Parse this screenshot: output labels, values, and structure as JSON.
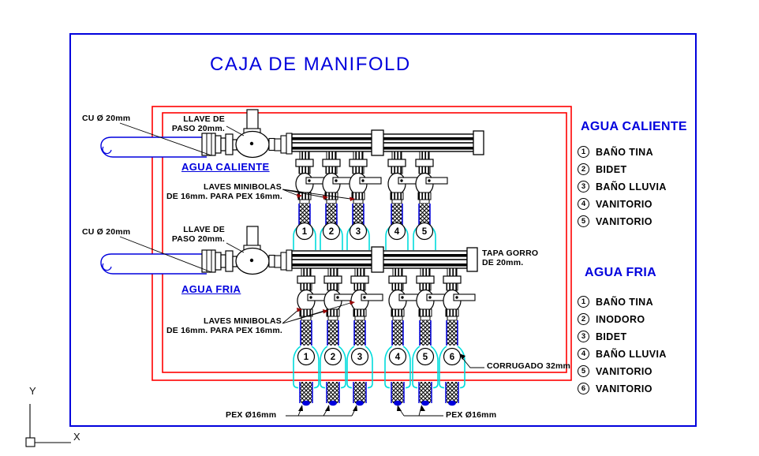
{
  "title": "CAJA DE MANIFOLD",
  "hot": {
    "pipe_label": "CU Ø 20mm",
    "valve_label_line1": "LLAVE DE",
    "valve_label_line2": "PASO 20mm.",
    "zone_label": "AGUA CALIENTE",
    "valves_label_line1": "LAVES MINIBOLAS",
    "valves_label_line2": "DE 16mm. PARA PEX 16mm.",
    "circuits": [
      "1",
      "2",
      "3",
      "4",
      "5"
    ]
  },
  "cold": {
    "pipe_label": "CU Ø 20mm",
    "valve_label_line1": "LLAVE DE",
    "valve_label_line2": "PASO 20mm.",
    "zone_label": "AGUA FRIA",
    "valves_label_line1": "LAVES MINIBOLAS",
    "valves_label_line2": "DE 16mm. PARA PEX 16mm.",
    "cap_label_line1": "TAPA GORRO",
    "cap_label_line2": "DE 20mm.",
    "corrugated_label": "CORRUGADO 32mm",
    "circuits": [
      "1",
      "2",
      "3",
      "4",
      "5",
      "6"
    ]
  },
  "pex_label_left": "PEX Ø16mm",
  "pex_label_right": "PEX Ø16mm",
  "legend_hot": {
    "title": "AGUA CALIENTE",
    "items": [
      {
        "num": "1",
        "label": "BAÑO TINA"
      },
      {
        "num": "2",
        "label": "BIDET"
      },
      {
        "num": "3",
        "label": "BAÑO LLUVIA"
      },
      {
        "num": "4",
        "label": "VANITORIO"
      },
      {
        "num": "5",
        "label": "VANITORIO"
      }
    ]
  },
  "legend_cold": {
    "title": "AGUA FRIA",
    "items": [
      {
        "num": "1",
        "label": "BAÑO TINA"
      },
      {
        "num": "2",
        "label": "INODORO"
      },
      {
        "num": "3",
        "label": "BIDET"
      },
      {
        "num": "4",
        "label": "BAÑO LLUVIA"
      },
      {
        "num": "5",
        "label": "VANITORIO"
      },
      {
        "num": "6",
        "label": "VANITORIO"
      }
    ]
  },
  "ucs": {
    "x_label": "X",
    "y_label": "Y"
  },
  "colors": {
    "line_blue": "#0000dd",
    "box_red": "#ff0000",
    "tube_cyan": "#00dcdc",
    "leader_red": "#990000"
  }
}
